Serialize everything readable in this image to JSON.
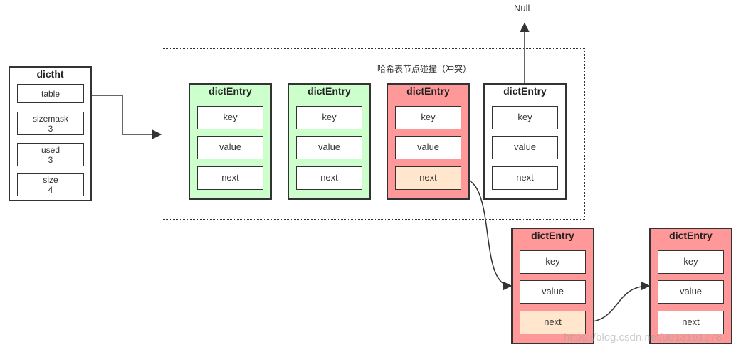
{
  "dictht": {
    "title": "dictht",
    "fields": [
      {
        "label": "table",
        "value": ""
      },
      {
        "label": "sizemask",
        "value": "3"
      },
      {
        "label": "used",
        "value": "3"
      },
      {
        "label": "size",
        "value": "4"
      }
    ]
  },
  "region": {
    "label": "哈希表节点碰撞（冲突）"
  },
  "entries": [
    {
      "title": "dictEntry",
      "fields": [
        "key",
        "value",
        "next"
      ],
      "style": "green"
    },
    {
      "title": "dictEntry",
      "fields": [
        "key",
        "value",
        "next"
      ],
      "style": "green"
    },
    {
      "title": "dictEntry",
      "fields": [
        "key",
        "value",
        "next"
      ],
      "style": "red"
    },
    {
      "title": "dictEntry",
      "fields": [
        "key",
        "value",
        "next"
      ],
      "style": "white"
    },
    {
      "title": "dictEntry",
      "fields": [
        "key",
        "value",
        "next"
      ],
      "style": "red"
    },
    {
      "title": "dictEntry",
      "fields": [
        "key",
        "value",
        "next"
      ],
      "style": "red"
    }
  ],
  "null_label": "Null",
  "watermark": "https://blog.csdn.net/u013161278",
  "colors": {
    "green_fill": "#ccffcc",
    "red_fill": "#ff9999",
    "peach_fill": "#ffe6cc",
    "stroke": "#333333"
  }
}
